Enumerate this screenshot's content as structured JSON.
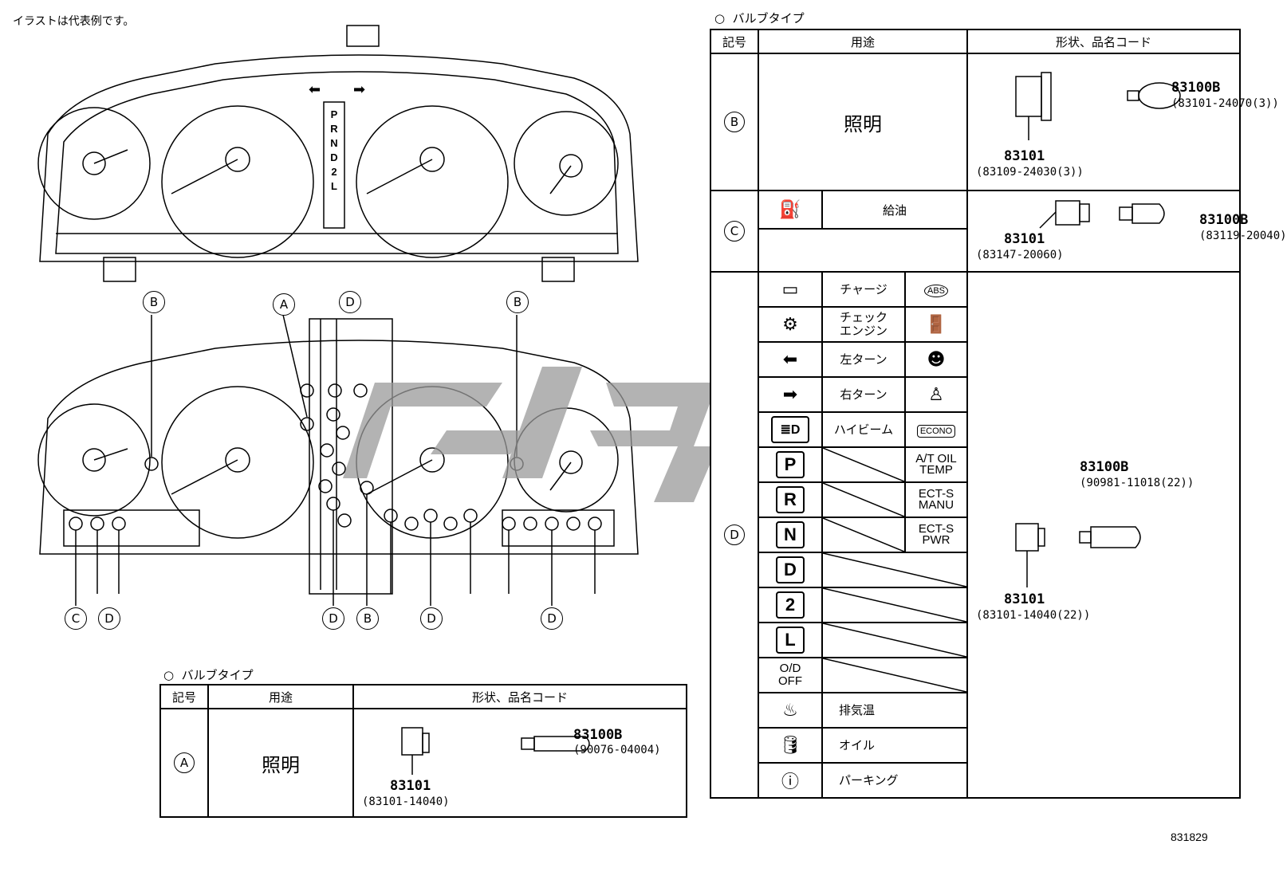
{
  "note": "イラストは代表例です。",
  "figure_id": "831829",
  "cluster": {
    "shift_positions": [
      "P",
      "R",
      "N",
      "D",
      "2",
      "L"
    ],
    "callouts": {
      "B": "B",
      "A": "A",
      "C": "C",
      "D": "D"
    }
  },
  "table_a": {
    "title": "バルブタイプ",
    "headers": {
      "symbol": "記号",
      "use": "用途",
      "shape": "形状、品名コード"
    },
    "row": {
      "symbol": "A",
      "use": "照明",
      "socket_part": "83101",
      "socket_code": "(83101-14040)",
      "bulb_part": "83100B",
      "bulb_code": "(90076-04004)"
    }
  },
  "table_b": {
    "title": "バルブタイプ",
    "headers": {
      "symbol": "記号",
      "use": "用途",
      "shape": "形状、品名コード"
    },
    "row_b": {
      "symbol": "B",
      "use": "照明",
      "socket_part": "83101",
      "socket_code": "(83109-24030(3))",
      "bulb_part": "83100B",
      "bulb_code": "(83101-24070(3))"
    },
    "row_c": {
      "symbol": "C",
      "use": "給油",
      "socket_part": "83101",
      "socket_code": "(83147-20060)",
      "bulb_part": "83100B",
      "bulb_code": "(83119-20040)"
    },
    "row_d": {
      "symbol": "D",
      "items": [
        {
          "icon": "battery-icon",
          "label": "チャージ"
        },
        {
          "icon": "check-engine-icon",
          "label": "チェック\nエンジン"
        },
        {
          "icon": "left-arrow-icon",
          "label": "左ターン"
        },
        {
          "icon": "right-arrow-icon",
          "label": "右ターン"
        },
        {
          "icon": "high-beam-icon",
          "label": "ハイビーム"
        },
        {
          "icon": "P",
          "label": ""
        },
        {
          "icon": "R",
          "label": ""
        },
        {
          "icon": "N",
          "label": ""
        },
        {
          "icon": "D",
          "label": ""
        },
        {
          "icon": "2",
          "label": ""
        },
        {
          "icon": "L",
          "label": ""
        },
        {
          "icon": "O/D\nOFF",
          "label": ""
        },
        {
          "icon": "exhaust-temp-icon",
          "label": "排気温"
        },
        {
          "icon": "oil-can-icon",
          "label": "オイル"
        },
        {
          "icon": "parking-brake-icon",
          "label": "パーキング"
        }
      ],
      "extra": [
        "ABS",
        "door-open-icon",
        "airbag-icon",
        "seatbelt-icon",
        "ECONO",
        "A/T OIL\nTEMP",
        "ECT-S\nMANU",
        "ECT-S\nPWR"
      ],
      "socket_part": "83101",
      "socket_code": "(83101-14040(22))",
      "bulb_part": "83100B",
      "bulb_code": "(90981-11018(22))"
    }
  }
}
